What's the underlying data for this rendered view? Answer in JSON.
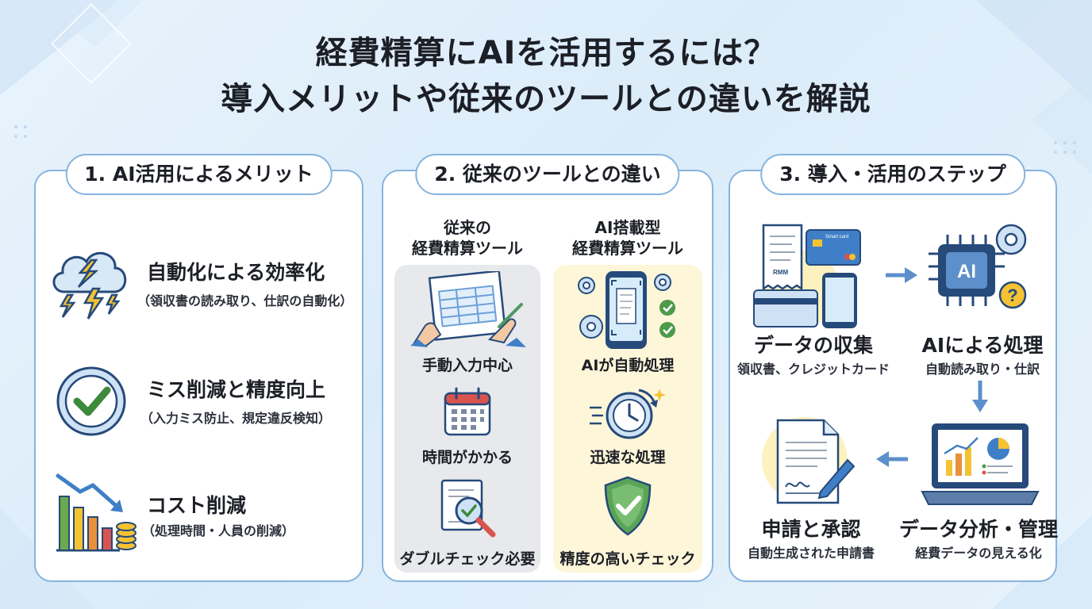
{
  "title": {
    "line1": "経費精算にAIを活用するには？",
    "line2": "導入メリットや従来のツールとの違いを解説"
  },
  "sections": [
    {
      "heading": "1. AI活用によるメリット",
      "items": [
        {
          "title": "自動化による効率化",
          "sub": "（領収書の読み取り、仕訳の自動化）",
          "icon": "cloud-lightning-icon"
        },
        {
          "title": "ミス削減と精度向上",
          "sub": "（入力ミス防止、規定違反検知）",
          "icon": "check-circle-icon"
        },
        {
          "title": "コスト削減",
          "sub": "（処理時間・人員の削減）",
          "icon": "cost-down-chart-icon"
        }
      ]
    },
    {
      "heading": "2. 従来のツールとの違い",
      "left_header": [
        "従来の",
        "経費精算ツール"
      ],
      "right_header": [
        "AI搭載型",
        "経費精算ツール"
      ],
      "left_items": [
        "手動入力中心",
        "時間がかかる",
        "ダブルチェック必要"
      ],
      "right_items": [
        "AIが自動処理",
        "迅速な処理",
        "精度の高いチェック"
      ]
    },
    {
      "heading": "3. 導入・活用のステップ",
      "steps": [
        {
          "title": "データの収集",
          "sub": "領収書、クレジットカード"
        },
        {
          "title": "AIによる処理",
          "sub": "自動読み取り・仕訳"
        },
        {
          "title": "データ分析・管理",
          "sub": "経費データの見える化"
        },
        {
          "title": "申請と承認",
          "sub": "自動生成された申請書"
        }
      ],
      "receipt_text": "RMM",
      "card_text": "Smart card",
      "chip_text": "AI"
    }
  ],
  "colors": {
    "accent_blue": "#86b4de",
    "arrow_blue": "#5d8fcb",
    "check_green": "#3d8a3a",
    "gray_panel": "#e8e9ec",
    "yellow_panel": "#fdf6d8"
  }
}
